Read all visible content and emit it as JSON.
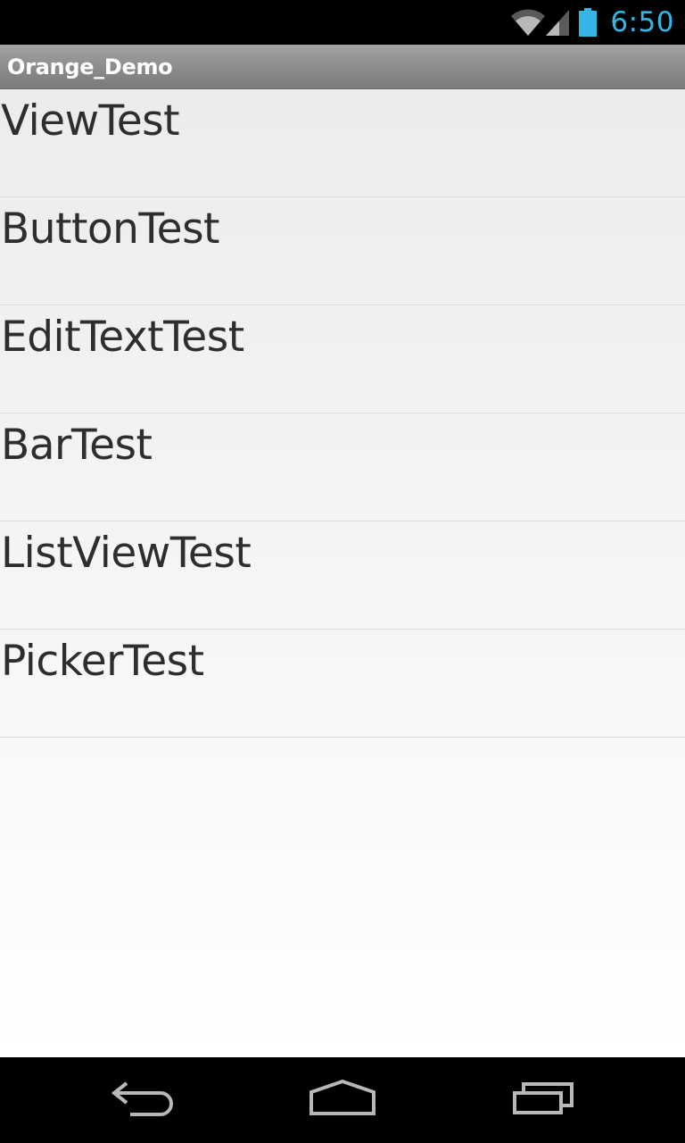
{
  "status_bar": {
    "time": "6:50",
    "icons": [
      "wifi-icon",
      "cell-signal-icon",
      "battery-icon"
    ],
    "clock_color": "#33b5e5"
  },
  "action_bar": {
    "title": "Orange_Demo"
  },
  "list": {
    "items": [
      {
        "label": "ViewTest"
      },
      {
        "label": "ButtonTest"
      },
      {
        "label": "EditTextTest"
      },
      {
        "label": "BarTest"
      },
      {
        "label": "ListViewTest"
      },
      {
        "label": "PickerTest"
      }
    ]
  },
  "nav_bar": {
    "buttons": [
      "back-icon",
      "home-icon",
      "recents-icon"
    ]
  }
}
